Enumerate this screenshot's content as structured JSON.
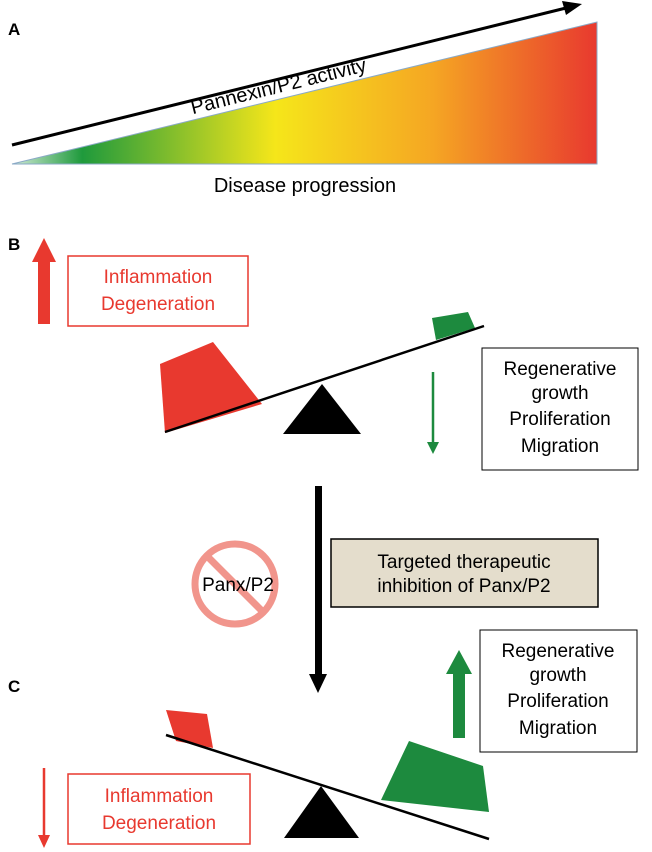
{
  "panels": {
    "a": {
      "label": "A",
      "arrow_label": "Pannexin/P2 activity",
      "axis_label": "Disease progression"
    },
    "b": {
      "label": "B",
      "up_box": [
        "Inflammation",
        "Degeneration"
      ],
      "down_box": [
        "Regenerative",
        "growth",
        "Proliferation",
        "Migration"
      ]
    },
    "middle": {
      "no_sign_label": "Panx/P2",
      "therapy_box": [
        "Targeted therapeutic",
        "inhibition of Panx/P2"
      ]
    },
    "c": {
      "label": "C",
      "up_box": [
        "Regenerative",
        "growth",
        "Proliferation",
        "Migration"
      ],
      "down_box": [
        "Inflammation",
        "Degeneration"
      ]
    }
  },
  "colors": {
    "red": "#e8392f",
    "green": "#1d8a3e",
    "gradient": [
      "#1f9a3c",
      "#f5e61a",
      "#f5a623",
      "#e8392f"
    ],
    "therapy_box_fill": "#e4ddcc",
    "no_sign": "#f08a80"
  }
}
